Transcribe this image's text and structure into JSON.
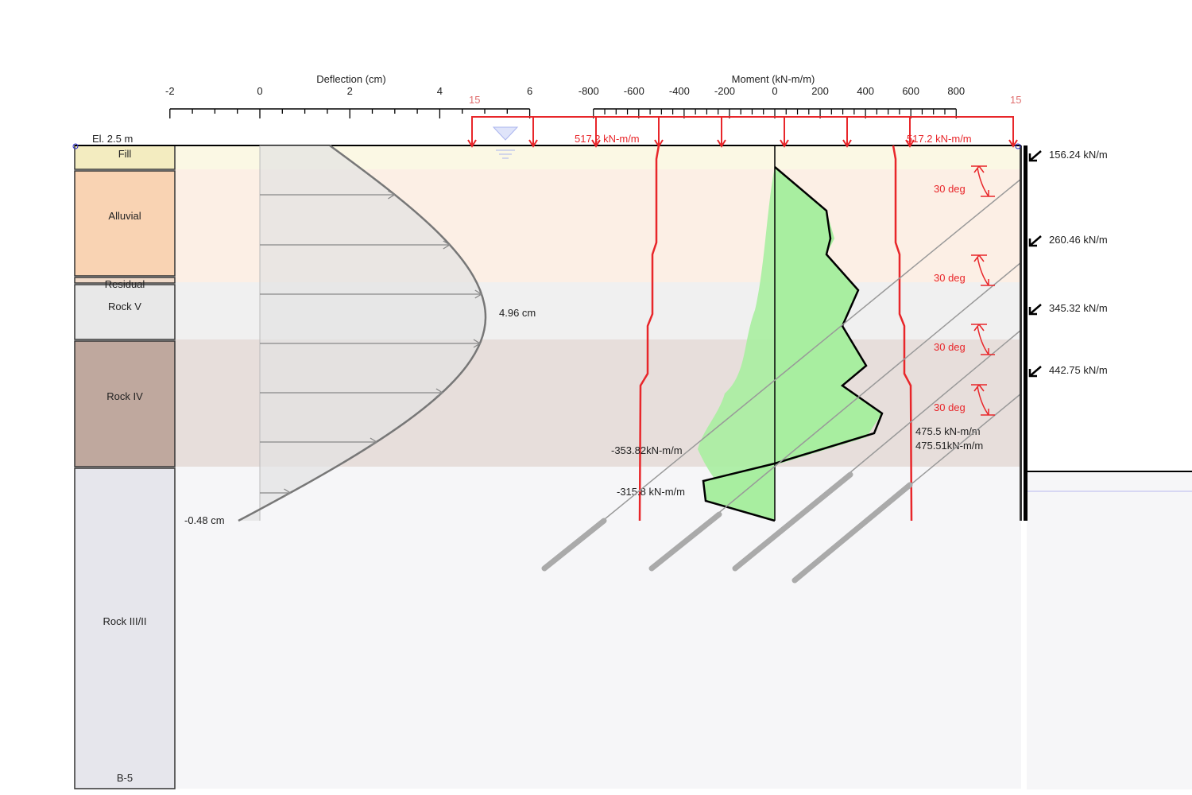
{
  "elevation_label": "El. 2.5 m",
  "borehole_label": "B-5",
  "layers": [
    "Fill",
    "Alluvial",
    "Residual",
    "Rock V",
    "Rock IV",
    "Rock III/II"
  ],
  "deflection_axis": {
    "title": "Deflection (cm)",
    "ticks": [
      "-2",
      "0",
      "2",
      "4",
      "6"
    ],
    "max_label": "4.96 cm",
    "min_label": "-0.48 cm",
    "max_value": 4.96,
    "min_value": -0.48
  },
  "moment_axis": {
    "title": "Moment (kN-m/m)",
    "ticks": [
      "-800",
      "-600",
      "-400",
      "-200",
      "0",
      "200",
      "400",
      "600",
      "800"
    ]
  },
  "surcharge": {
    "left_value": "15",
    "right_value": "15",
    "left_envelope": "517.2 kN-m/m",
    "right_envelope": "517.2 kN-m/m"
  },
  "moment_labels": [
    "475.5 kN-m/m",
    "475.51kN-m/m",
    "-353.82kN-m/m",
    "-315.8 kN-m/m"
  ],
  "anchors": [
    {
      "force": "156.24 kN/m",
      "angle": "30 deg"
    },
    {
      "force": "260.46 kN/m",
      "angle": "30 deg"
    },
    {
      "force": "345.32 kN/m",
      "angle": "30 deg"
    },
    {
      "force": "442.75 kN/m",
      "angle": "30 deg"
    }
  ],
  "colors": {
    "envelope": "#e8262a",
    "moment_fill": "#a8eea0",
    "fill": "#f3ecc0",
    "alluvial": "#f9d3b3",
    "rock_v": "#e8e8e8",
    "rock_iv": "#bfa89e",
    "rock_iii": "#e6e6ec"
  }
}
